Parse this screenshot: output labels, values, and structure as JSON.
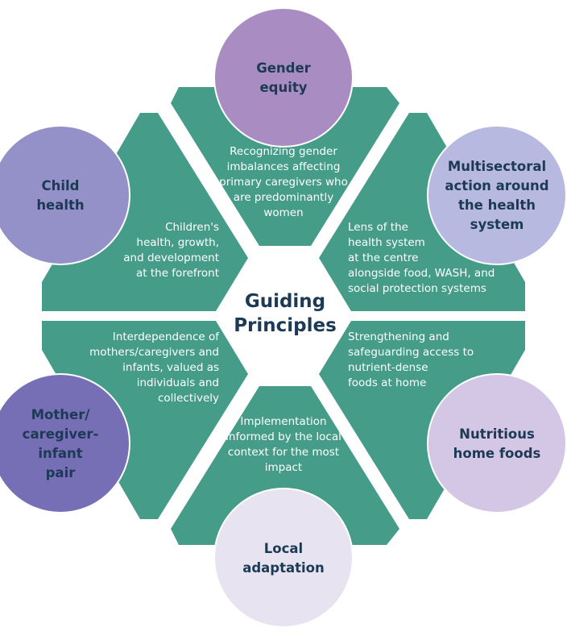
{
  "center": {
    "line1": "Guiding",
    "line2": "Principles"
  },
  "principles": [
    {
      "name": [
        "Gender",
        "equity"
      ],
      "color": "#a98dc2",
      "description": [
        "Recognizing  gender",
        "imbalances affecting",
        "primary caregivers who",
        "are predominantly",
        "women"
      ]
    },
    {
      "name": [
        "Multisectoral",
        "action around",
        "the health",
        "system"
      ],
      "color": "#b7b9e0",
      "description": [
        "Lens of the",
        "health system",
        "at the centre",
        "alongside food, WASH, and",
        "social protection systems"
      ]
    },
    {
      "name": [
        "Nutritious",
        "home foods"
      ],
      "color": "#d4c6e5",
      "description": [
        "Strengthening and",
        "safeguarding access to",
        "nutrient-dense",
        "foods at home"
      ]
    },
    {
      "name": [
        "Local",
        "adaptation"
      ],
      "color": "#e7e3f1",
      "description": [
        "Implementation",
        "informed by the local",
        "context for the most",
        "impact"
      ]
    },
    {
      "name": [
        "Mother/",
        "caregiver-",
        "infant",
        "pair"
      ],
      "color": "#766fb6",
      "description": [
        "Interdependence of",
        "mothers/caregivers and",
        "infants, valued as",
        "individuals and",
        "collectively"
      ]
    },
    {
      "name": [
        "Child",
        "health"
      ],
      "color": "#9490c8",
      "description": [
        "Children's",
        "health, growth,",
        "and development",
        "at the forefront"
      ]
    }
  ]
}
